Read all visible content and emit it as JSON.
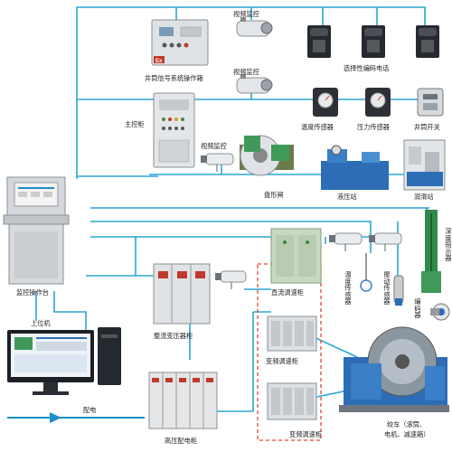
{
  "labels": {
    "shaft_signal_box": "井筒信号系统操作箱",
    "video_top": "视频监控",
    "video_mid": "视频监控",
    "video_main": "视频监控",
    "phone": "选择性编码电话",
    "temp_sensor": "温度传感器",
    "pressure_sensor": "压力传感器",
    "shaft_switch": "井筒开关",
    "main_cabinet": "主控柜",
    "disc_brake": "盘形闸",
    "hydraulic_station": "液压站",
    "lube_station": "润滑站",
    "depth_indicator": "深度指示器",
    "monitor_console": "监控操作台",
    "dc_speed_cabinet": "直流调速柜",
    "temp_sensor_v": "温度传感器",
    "vibration_sensor_v": "振动传感器",
    "encoder_v": "编码器",
    "rectifier_cabinet": "整流变压器柜",
    "upper_computer": "上位机",
    "vfd_cabinet_1": "变频调速柜",
    "vfd_cabinet_2": "变频调速柜",
    "hv_cabinet": "高压配电柜",
    "power_distribution": "配电",
    "winch": "绞车（滚筒、",
    "winch_2": "电机、减速箱）",
    "box_mark": "Ex"
  },
  "colors": {
    "comm_line": "#2aa6d3",
    "power_arrow": "#1d8fc9",
    "dashed_box": "#e0463a",
    "cabinet_gray": "#d9dcdf",
    "cabinet_green": "#c8d9c2",
    "equipment_blue": "#2c6db5",
    "equipment_green": "#3f9a5a"
  }
}
